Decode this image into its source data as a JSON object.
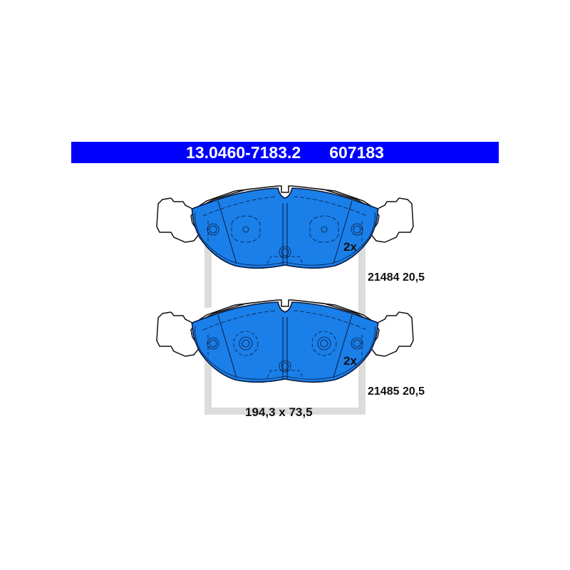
{
  "header": {
    "part_number": "13.0460-7183.2",
    "article_number": "607183",
    "background_color": "#0000ff",
    "text_color": "#ffffff"
  },
  "pads": [
    {
      "position": "top",
      "quantity": "2x",
      "code_label": "21484 20,5",
      "fill_color": "#1a7fe8"
    },
    {
      "position": "bottom",
      "quantity": "2x",
      "code_label": "21485 20,5",
      "fill_color": "#1a7fe8"
    }
  ],
  "dimensions": "194,3 x 73,5",
  "watermark": {
    "logo": "ate-logo-watermark",
    "color": "#d8d8d8"
  }
}
